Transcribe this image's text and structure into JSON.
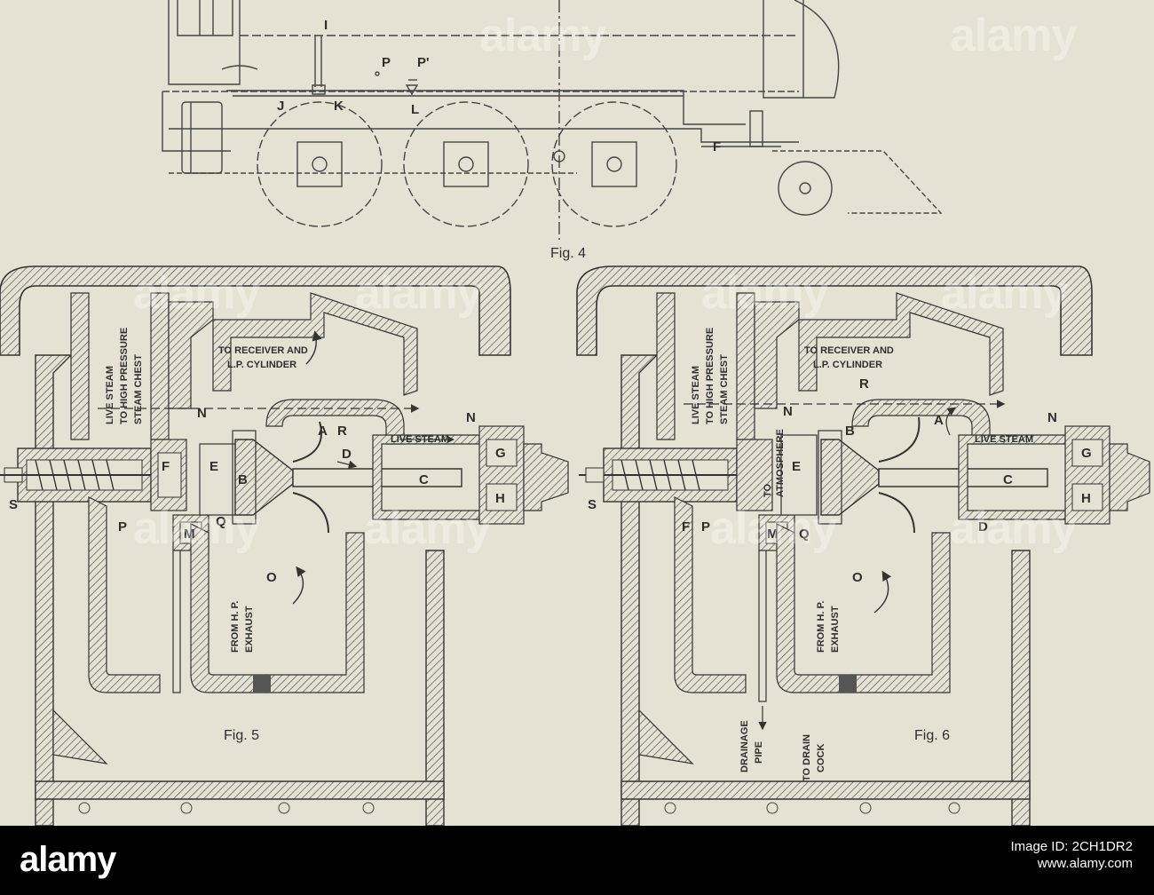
{
  "figures": {
    "fig4": {
      "caption": "Fig. 4",
      "labels": {
        "i": "I",
        "p": "P",
        "p_prime": "P'",
        "j": "J",
        "k": "K",
        "l": "L",
        "f": "F"
      }
    },
    "fig5": {
      "caption": "Fig. 5",
      "text": {
        "live_steam_1": "LIVE STEAM",
        "live_steam_2": "TO HIGH PRESSURE",
        "live_steam_3": "STEAM CHEST",
        "receiver_1": "TO RECEIVER AND",
        "receiver_2": "L.P. CYLINDER",
        "live_steam_port": "LIVE STEAM",
        "exhaust_1": "FROM H. P.",
        "exhaust_2": "EXHAUST"
      },
      "labels": {
        "n": "N",
        "n2": "N",
        "a": "A",
        "r": "R",
        "d": "D",
        "f": "F",
        "e": "E",
        "b": "B",
        "c": "C",
        "g": "G",
        "h": "H",
        "s": "S",
        "p": "P",
        "m": "M",
        "q": "Q",
        "o": "O"
      }
    },
    "fig6": {
      "caption": "Fig. 6",
      "text": {
        "live_steam_1": "LIVE STEAM",
        "live_steam_2": "TO HIGH PRESSURE",
        "live_steam_3": "STEAM CHEST",
        "receiver_1": "TO RECEIVER AND",
        "receiver_2": "L.P. CYLINDER",
        "live_steam_port": "LIVE STEAM",
        "atmosphere_1": "TO",
        "atmosphere_2": "ATMOSPHERE",
        "exhaust_1": "FROM H. P.",
        "exhaust_2": "EXHAUST",
        "drainage_1": "DRAINAGE",
        "drainage_2": "PIPE",
        "drain_cock_1": "TO DRAIN",
        "drain_cock_2": "COCK"
      },
      "labels": {
        "r": "R",
        "n": "N",
        "n2": "N",
        "a": "A",
        "b": "B",
        "e": "E",
        "c": "C",
        "g": "G",
        "h": "H",
        "s": "S",
        "f": "F",
        "p": "P",
        "m": "M",
        "q": "Q",
        "o": "O",
        "d": "D"
      }
    }
  },
  "watermark": {
    "brand": "alamy"
  },
  "footer": {
    "brand": "alamy",
    "image_id_label": "Image ID: 2CH1DR2",
    "site": "www.alamy.com"
  },
  "colors": {
    "paper": "#e6e2d3",
    "ink": "#2e2e2e",
    "footer": "#000000"
  }
}
